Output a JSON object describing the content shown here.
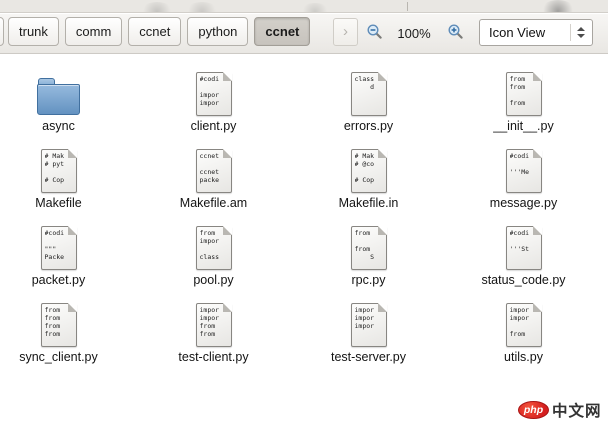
{
  "toolbar": {
    "breadcrumbs": [
      {
        "label": "trunk",
        "active": false
      },
      {
        "label": "comm",
        "active": false
      },
      {
        "label": "ccnet",
        "active": false
      },
      {
        "label": "python",
        "active": false
      },
      {
        "label": "ccnet",
        "active": true
      }
    ],
    "nav_next_glyph": "›",
    "zoom_level": "100%",
    "view_mode": "Icon View"
  },
  "files": [
    {
      "name": "async",
      "type": "folder",
      "preview": ""
    },
    {
      "name": "client.py",
      "type": "file",
      "preview": "#codi\n\nimpor\nimpor"
    },
    {
      "name": "errors.py",
      "type": "file",
      "preview": "class\n    d"
    },
    {
      "name": "__init__.py",
      "type": "file",
      "preview": "from\nfrom\n\nfrom"
    },
    {
      "name": "Makefile",
      "type": "file",
      "preview": "# Mak\n# pyt\n\n# Cop"
    },
    {
      "name": "Makefile.am",
      "type": "file",
      "preview": "ccnet\n\nccnet\npacke"
    },
    {
      "name": "Makefile.in",
      "type": "file",
      "preview": "# Mak\n# @co\n\n# Cop"
    },
    {
      "name": "message.py",
      "type": "file",
      "preview": "#codi\n\n'''Me"
    },
    {
      "name": "packet.py",
      "type": "file",
      "preview": "#codi\n\n\"\"\"\nPacke"
    },
    {
      "name": "pool.py",
      "type": "file",
      "preview": "from\nimpor\n\nclass"
    },
    {
      "name": "rpc.py",
      "type": "file",
      "preview": "from\n\nfrom\n    S"
    },
    {
      "name": "status_code.py",
      "type": "file",
      "preview": "#codi\n\n'''St"
    },
    {
      "name": "sync_client.py",
      "type": "file",
      "preview": "from\nfrom\nfrom\nfrom"
    },
    {
      "name": "test-client.py",
      "type": "file",
      "preview": "impor\nimpor\nfrom\nfrom"
    },
    {
      "name": "test-server.py",
      "type": "file",
      "preview": "impor\nimpor\nimpor"
    },
    {
      "name": "utils.py",
      "type": "file",
      "preview": "impor\nimpor\n\nfrom"
    }
  ],
  "watermark": {
    "badge": "php",
    "text": "中文网"
  },
  "colors": {
    "folder_blue": "#6392c1",
    "toolbar_gray": "#ebe9e5",
    "active_crumb": "#c7c3bd",
    "watermark_red": "#d51f1f"
  }
}
